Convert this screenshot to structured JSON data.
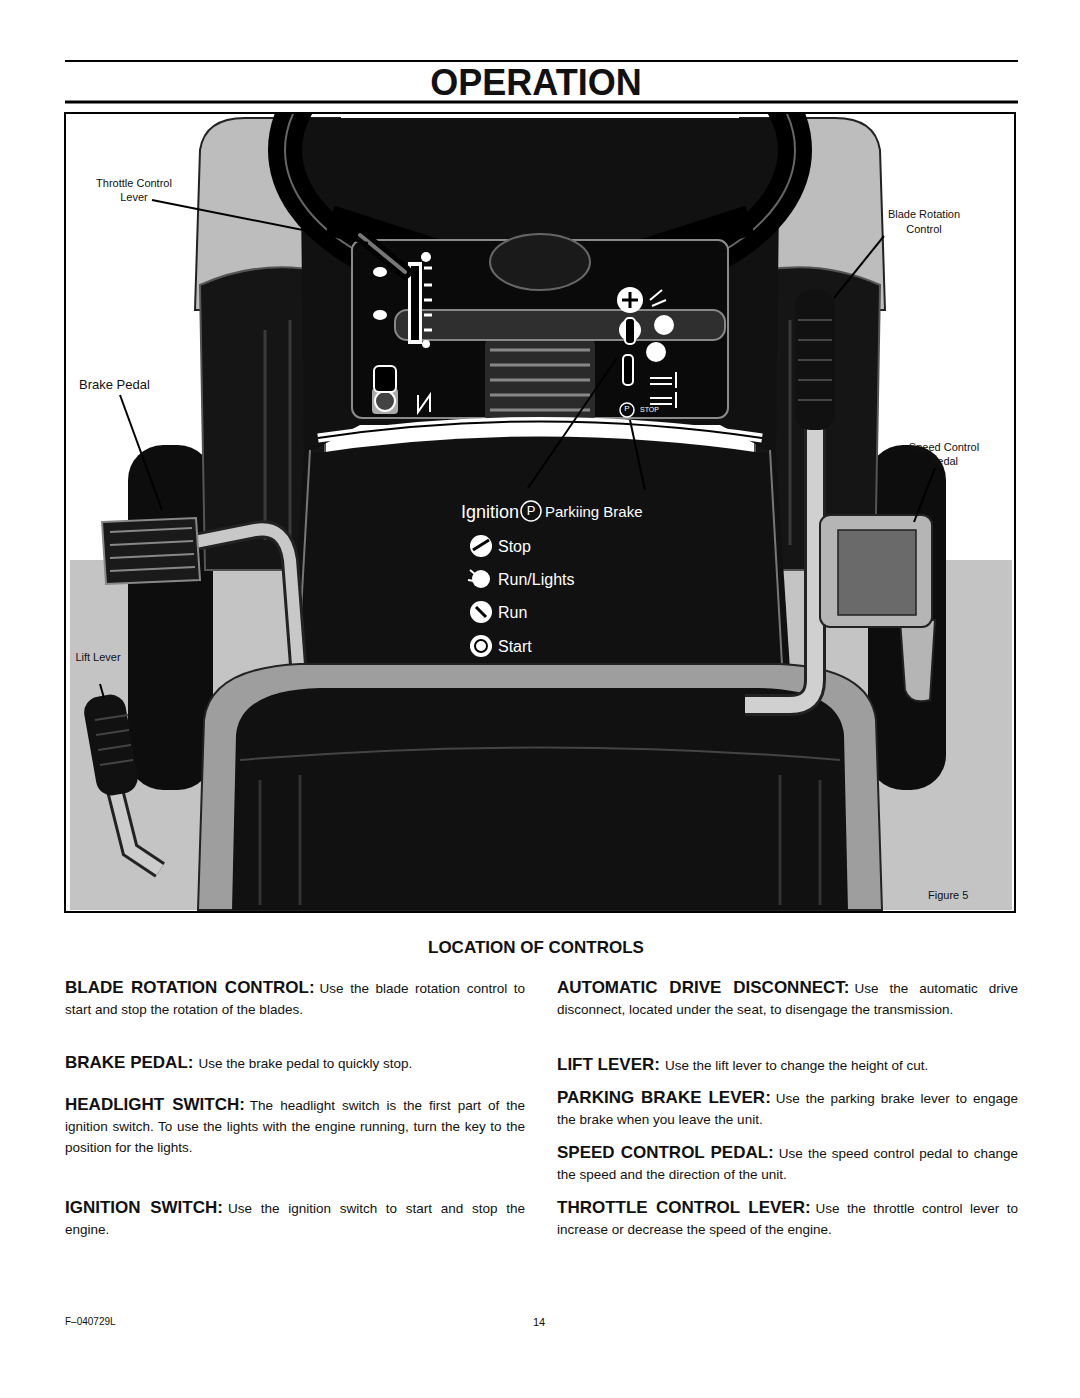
{
  "diagram": {
    "title": "OPERATION",
    "labels": [
      "Throttle Control Lever",
      "Blade Rotation Control",
      "Brake Pedal",
      "Speed Control Pedal",
      "STOP",
      "Ignition",
      "Parkiing Brake",
      "Stop",
      "Run/Lights",
      "Run",
      "Start",
      "Lift Lever",
      "Figure 5",
      "LOCATION OF CONTROLS",
      "BLADE ROTATION CONTROL:",
      "Use the blade rotation control to start and stop the rotation of the blades.",
      "BRAKE PEDAL:",
      "Use the brake pedal to quickly stop.",
      "HEADLIGHT SWITCH:",
      "The headlight switch is the first part of the ignition switch. To use the lights with the engine running, turn the key to the position for the lights.",
      "IGNITION SWITCH:",
      "Use the ignition switch to start and stop the engine.",
      "AUTOMATIC DRIVE DISCONNECT:",
      "Use the automatic drive disconnect, located under the seat, to disengage the transmission.",
      "LIFT LEVER:",
      "Use the lift lever to change the height of cut.",
      "PARKING BRAKE LEVER:",
      "Use the parking brake lever to engage the brake when you leave the unit.",
      "SPEED CONTROL PEDAL:",
      "Use the speed control pedal to change the speed and the direction of the unit.",
      "THROTTLE CONTROL LEVER:",
      "Use the throttle control lever to increase or decrease the speed of the engine.",
      "F–040729L",
      "14",
      "P",
      "P"
    ]
  }
}
